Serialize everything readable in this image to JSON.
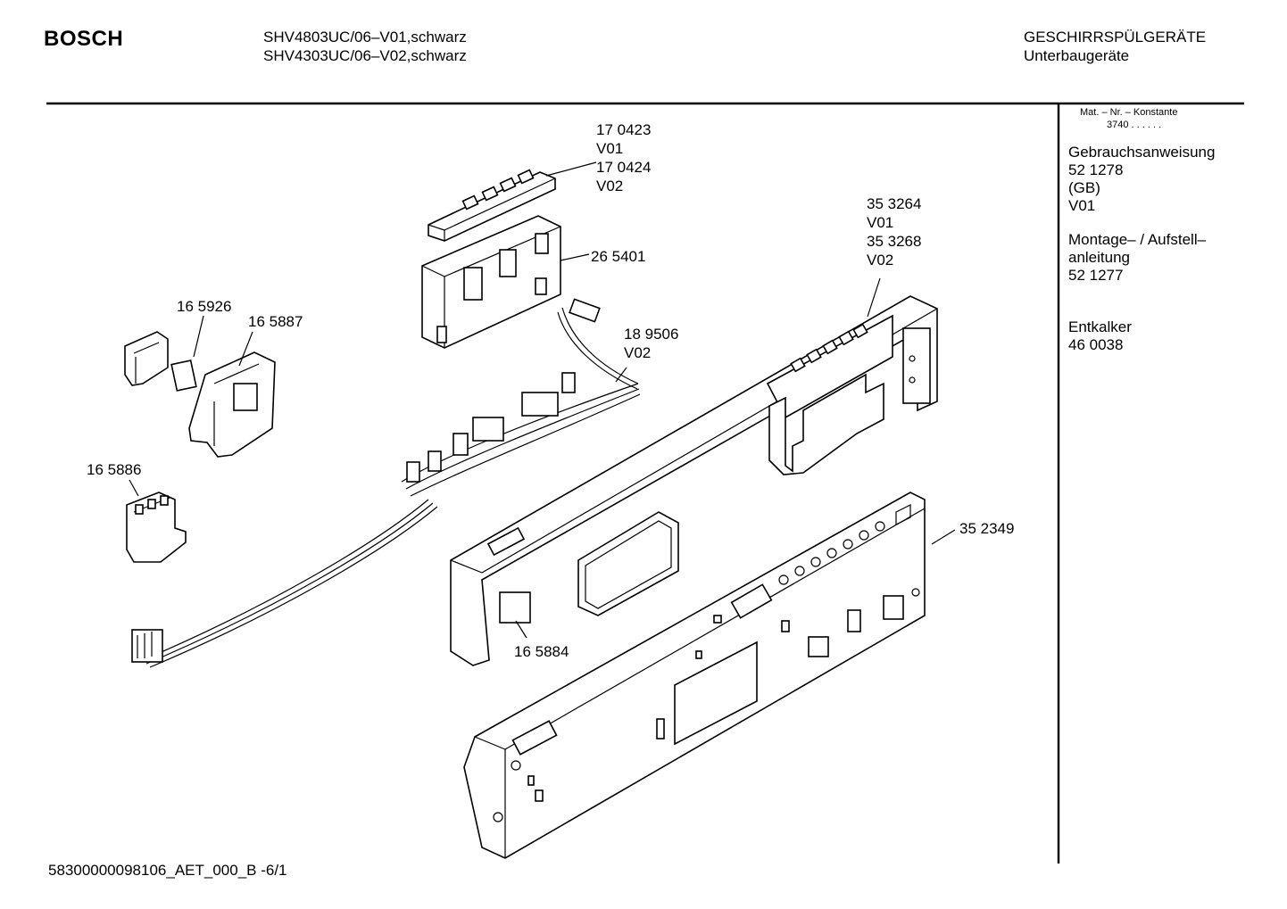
{
  "header": {
    "brand": "BOSCH",
    "models": [
      "SHV4803UC/06–V01,schwarz",
      "SHV4303UC/06–V02,schwarz"
    ],
    "category": [
      "GESCHIRRSPÜLGERÄTE",
      "Unterbaugeräte"
    ]
  },
  "sidebar": {
    "mat_title": "Mat. – Nr. – Konstante",
    "mat_value": "3740 . . . . . .",
    "items": [
      {
        "lines": [
          "Gebrauchsanweisung",
          "52 1278",
          "(GB)",
          "V01"
        ]
      },
      {
        "lines": [
          "Montage– / Aufstell–",
          "anleitung",
          "52 1277"
        ]
      },
      {
        "lines": [
          "Entkalker",
          "46 0038"
        ]
      }
    ]
  },
  "labels": {
    "p170423": [
      "17 0423",
      "V01",
      "17 0424",
      "V02"
    ],
    "p265401": [
      "26 5401"
    ],
    "p353264": [
      "35 3264",
      "V01",
      "35 3268",
      "V02"
    ],
    "p165926": [
      "16 5926"
    ],
    "p165887": [
      "16 5887"
    ],
    "p189506": [
      "18 9506",
      "V02"
    ],
    "p165886": [
      "16 5886"
    ],
    "p352349": [
      "35 2349"
    ],
    "p165884": [
      "16 5884"
    ]
  },
  "footer": {
    "code": "58300000098106_AET_000_B -6/1"
  }
}
